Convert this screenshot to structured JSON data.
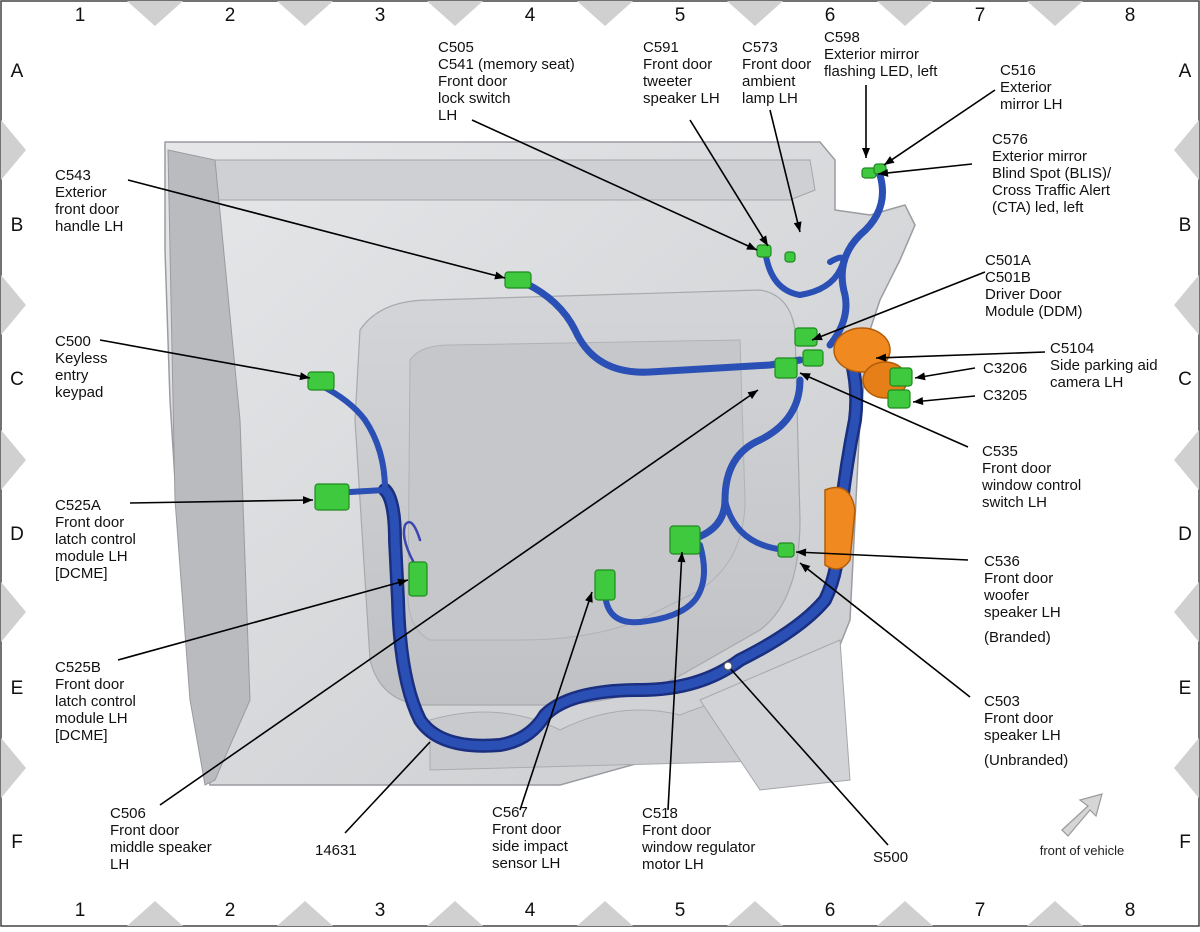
{
  "grid": {
    "columns": [
      "1",
      "2",
      "3",
      "4",
      "5",
      "6",
      "7",
      "8"
    ],
    "rows": [
      "A",
      "B",
      "C",
      "D",
      "E",
      "F"
    ]
  },
  "callouts": [
    {
      "id": "c505",
      "lines": [
        "C505",
        "C541 (memory seat)",
        "Front door",
        "lock switch",
        "LH"
      ]
    },
    {
      "id": "c591",
      "lines": [
        "C591",
        "Front door",
        "tweeter",
        "speaker LH"
      ]
    },
    {
      "id": "c573",
      "lines": [
        "C573",
        "Front door",
        "ambient",
        "lamp LH"
      ]
    },
    {
      "id": "c598",
      "lines": [
        "C598",
        "Exterior mirror",
        "flashing LED, left"
      ]
    },
    {
      "id": "c516",
      "lines": [
        "C516",
        "Exterior",
        "mirror LH"
      ]
    },
    {
      "id": "c576",
      "lines": [
        "C576",
        "Exterior mirror",
        "Blind Spot (BLIS)/",
        "Cross Traffic Alert",
        "(CTA) led, left"
      ]
    },
    {
      "id": "c543",
      "lines": [
        "C543",
        "Exterior",
        "front door",
        "handle LH"
      ]
    },
    {
      "id": "c501",
      "lines": [
        "C501A",
        "C501B",
        "Driver Door",
        "Module (DDM)"
      ]
    },
    {
      "id": "c5104",
      "lines": [
        "C5104",
        "Side parking aid",
        "camera LH"
      ]
    },
    {
      "id": "c3206",
      "lines": [
        "C3206"
      ]
    },
    {
      "id": "c3205",
      "lines": [
        "C3205"
      ]
    },
    {
      "id": "c500",
      "lines": [
        "C500",
        "Keyless",
        "entry",
        "keypad"
      ]
    },
    {
      "id": "c535",
      "lines": [
        "C535",
        "Front door",
        "window control",
        "switch LH"
      ]
    },
    {
      "id": "c525a",
      "lines": [
        "C525A",
        "Front door",
        "latch control",
        "module LH",
        "[DCME]"
      ]
    },
    {
      "id": "c536",
      "lines": [
        "C536",
        "Front door",
        "woofer",
        "speaker LH",
        "(Branded)"
      ]
    },
    {
      "id": "c525b",
      "lines": [
        "C525B",
        "Front door",
        "latch control",
        "module LH",
        "[DCME]"
      ]
    },
    {
      "id": "c503",
      "lines": [
        "C503",
        "Front door",
        "speaker LH",
        "(Unbranded)"
      ]
    },
    {
      "id": "c506",
      "lines": [
        "C506",
        "Front door",
        "middle speaker",
        "LH"
      ]
    },
    {
      "id": "h14631",
      "lines": [
        "14631"
      ]
    },
    {
      "id": "c567",
      "lines": [
        "C567",
        "Front door",
        "side impact",
        "sensor LH"
      ]
    },
    {
      "id": "c518",
      "lines": [
        "C518",
        "Front door",
        "window regulator",
        "motor LH"
      ]
    },
    {
      "id": "s500",
      "lines": [
        "S500"
      ]
    }
  ],
  "orientation": {
    "label": "front of vehicle"
  },
  "colors": {
    "harness": "#2a4fb5",
    "harness_dark": "#1a2f80",
    "connector": "#3ec93e",
    "connector_dark": "#1f8a1f",
    "module_orange": "#f08a20",
    "door_panel": "#d9dadc",
    "grid_marker": "#d0d0d0"
  }
}
